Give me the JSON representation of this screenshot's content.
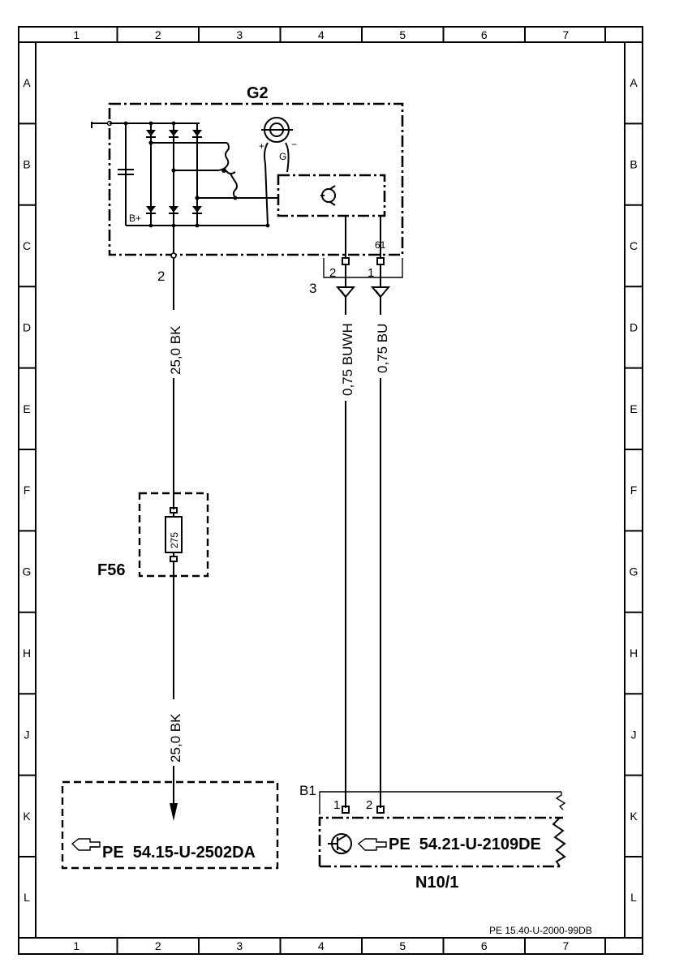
{
  "frame": {
    "columns": [
      "1",
      "2",
      "3",
      "4",
      "5",
      "6",
      "7"
    ],
    "rows": [
      "A",
      "B",
      "C",
      "D",
      "E",
      "F",
      "G",
      "H",
      "J",
      "K",
      "L"
    ],
    "drawing_code": "PE 15.40-U-2000-99DB"
  },
  "components": {
    "alternator": {
      "label": "G2",
      "symbol_label": "G",
      "plus_label": "B+",
      "plus_sign": "+",
      "minus_sign": "−"
    },
    "fuse": {
      "label": "F56",
      "rating": "275"
    },
    "control_unit": {
      "label": "N10/1",
      "connector": "B1"
    }
  },
  "terminals": {
    "alt_b_plus": "2",
    "connector_3": "3",
    "pin_2": "2",
    "pin_1": "1",
    "term_61": "61",
    "n10_pin_1": "1",
    "n10_pin_2": "2"
  },
  "wires": {
    "main_upper": "25,0 BK",
    "main_lower": "25,0 BK",
    "signal_1": "0,75 BUWH",
    "signal_2": "0,75 BU"
  },
  "references": {
    "ref_left": "PE  54.15-U-2502DA",
    "ref_right": "PE  54.21-U-2109DE"
  }
}
